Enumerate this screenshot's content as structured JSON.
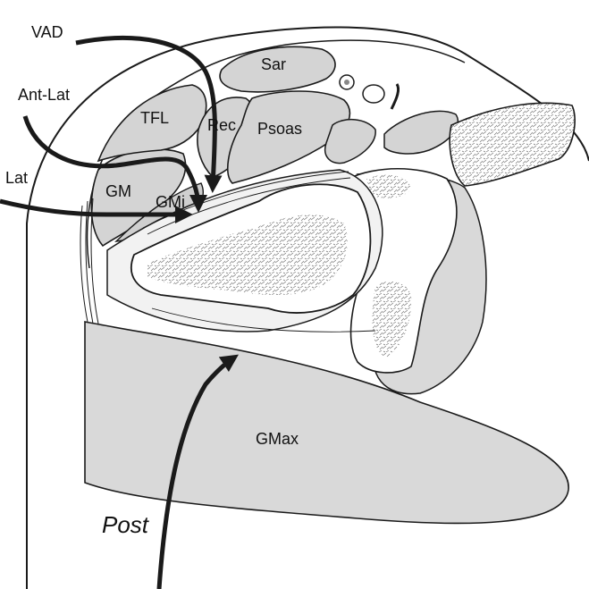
{
  "labels": {
    "vad": "VAD",
    "ant_lat": "Ant-Lat",
    "lat": "Lat",
    "post": "Post",
    "sar": "Sar",
    "tfl": "TFL",
    "rec": "Rec",
    "psoas": "Psoas",
    "gm": "GM",
    "gmi": "GMi",
    "gmax": "GMax"
  },
  "colors": {
    "outline": "#1a1a1a",
    "muscle": "#d6d6d6",
    "muscle_dark": "#c2c2c2",
    "bone": "#ffffff",
    "trabecular": "#8a8a8a",
    "arrow": "#1a1a1a"
  }
}
